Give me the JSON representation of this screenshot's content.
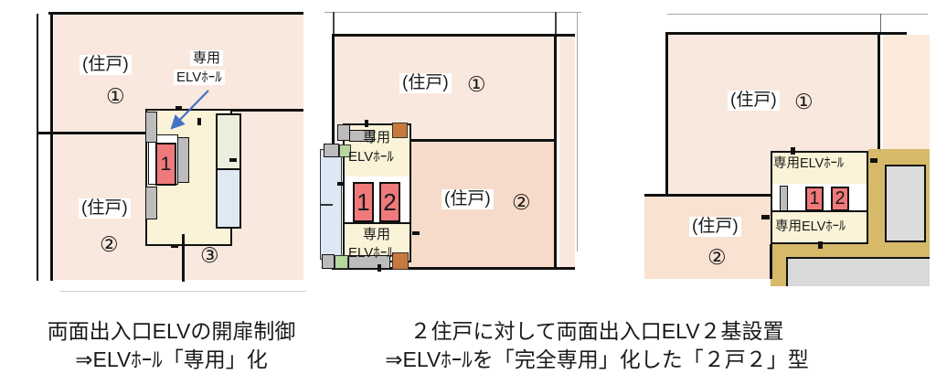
{
  "colors": {
    "unit_pink": "#f9e8dd",
    "unit_salmon": "#f7dbca",
    "unit_pink_deep": "#f9e2d2",
    "hall_cream": "#fbf3d8",
    "elevator_red": "#ef797b",
    "wall_gray": "#bcbcbc",
    "room_green": "#e9efdc",
    "room_blue": "#dfe9f4",
    "block_green": "#b8d79e",
    "block_orange": "#c8793d",
    "corridor_tan": "#d7ba69",
    "arrow_blue": "#4472c4",
    "wall_black": "#111111"
  },
  "diagram1": {
    "unit1_label": "(住戸)",
    "unit1_number": "①",
    "unit2_label": "(住戸)",
    "unit2_number": "②",
    "unit3_number": "③",
    "hall_label_line1": "専用",
    "hall_label_line2": "ELVﾎｰﾙ",
    "elevator1": "1"
  },
  "diagram2": {
    "unit1_label": "(住戸)",
    "unit1_number": "①",
    "unit2_label": "(住戸)",
    "unit2_number": "②",
    "hall_top_line1": "専用",
    "hall_top_line2": "ELVﾎｰﾙ",
    "hall_bottom_line1": "専用",
    "hall_bottom_line2": "ELVﾎｰﾙ",
    "elevator1": "1",
    "elevator2": "2"
  },
  "diagram3": {
    "unit1_label": "(住戸)",
    "unit1_number": "①",
    "unit2_label": "(住戸)",
    "unit2_number": "②",
    "hall_top": "専用ELVﾎｰﾙ",
    "hall_bottom": "専用ELVﾎｰﾙ",
    "elevator1": "1",
    "elevator2": "2"
  },
  "captions": {
    "left_line1": "両面出入口ELVの開扉制御",
    "left_line2": "⇒ELVﾎｰﾙ「専用」化",
    "right_line1": "２住戸に対して両面出入口ELV２基設置",
    "right_line2": "⇒ELVﾎｰﾙを「完全専用」化した「２戸２」型"
  }
}
